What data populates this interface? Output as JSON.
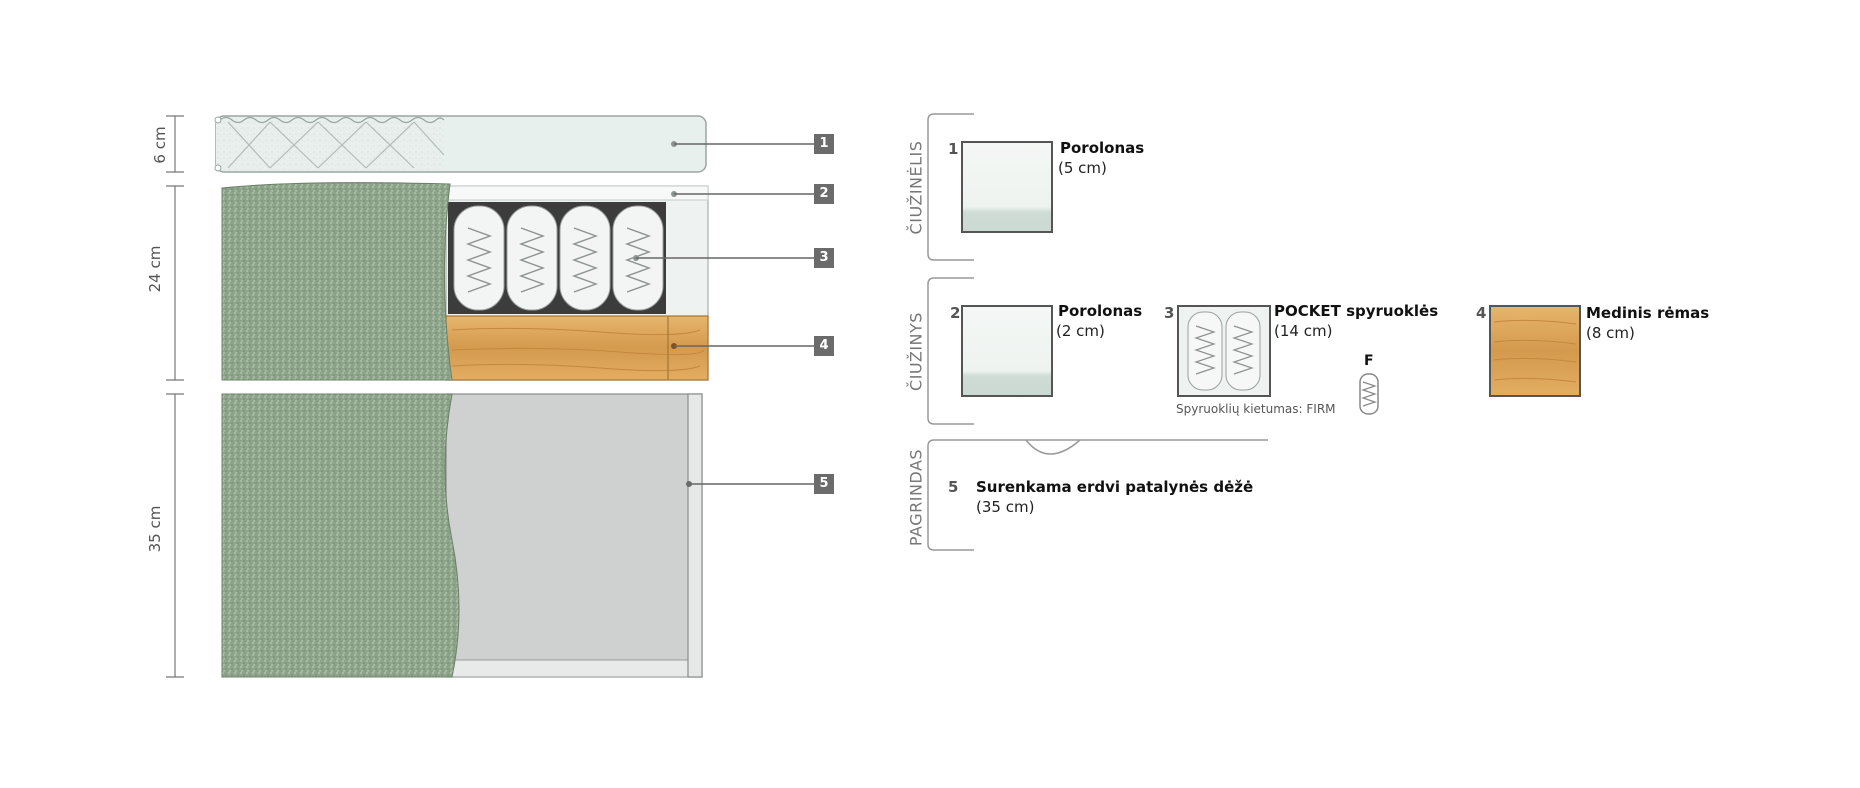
{
  "dimensions": {
    "topper": "6 cm",
    "base": "24 cm",
    "box": "35 cm"
  },
  "callouts": [
    "1",
    "2",
    "3",
    "4",
    "5"
  ],
  "sections": {
    "topper": "ČIUŽINĖLIS",
    "mattress": "ČIUŽINYS",
    "base": "PAGRINDAS"
  },
  "components": [
    {
      "num": "1",
      "title": "Porolonas",
      "size": "(5 cm)"
    },
    {
      "num": "2",
      "title": "Porolonas",
      "size": "(2 cm)"
    },
    {
      "num": "3",
      "title": "POCKET spyruoklės",
      "size": "(14 cm)"
    },
    {
      "num": "4",
      "title": "Medinis rėmas",
      "size": "(8 cm)"
    },
    {
      "num": "5",
      "title": "Surenkama erdvi patalynės dėžė",
      "size": "(35 cm)"
    }
  ],
  "firmness": {
    "label": "Spyruoklių kietumas: FIRM",
    "letter": "F"
  },
  "colors": {
    "fabric": "#8ea58b",
    "foam": "#eef3f1",
    "wood": "#d9a35a",
    "box": "#cfd0d0",
    "outline": "#6b6b6b"
  }
}
